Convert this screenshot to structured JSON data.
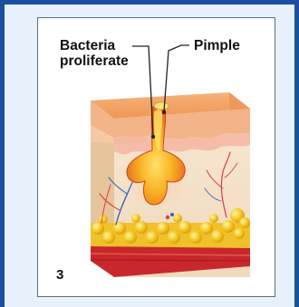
{
  "labels": {
    "bacteria_line1": "Bacteria",
    "bacteria_line2": "proliferate",
    "pimple": "Pimple"
  },
  "panel_number": "3",
  "colors": {
    "frame": "#1a4fa0",
    "background": "#e6f1fb",
    "epidermis_top": "#f0a262",
    "dermis": "#f3e3cc",
    "fat": "#f2c21c",
    "muscle": "#c8272b",
    "pus": "#f7a81b"
  }
}
